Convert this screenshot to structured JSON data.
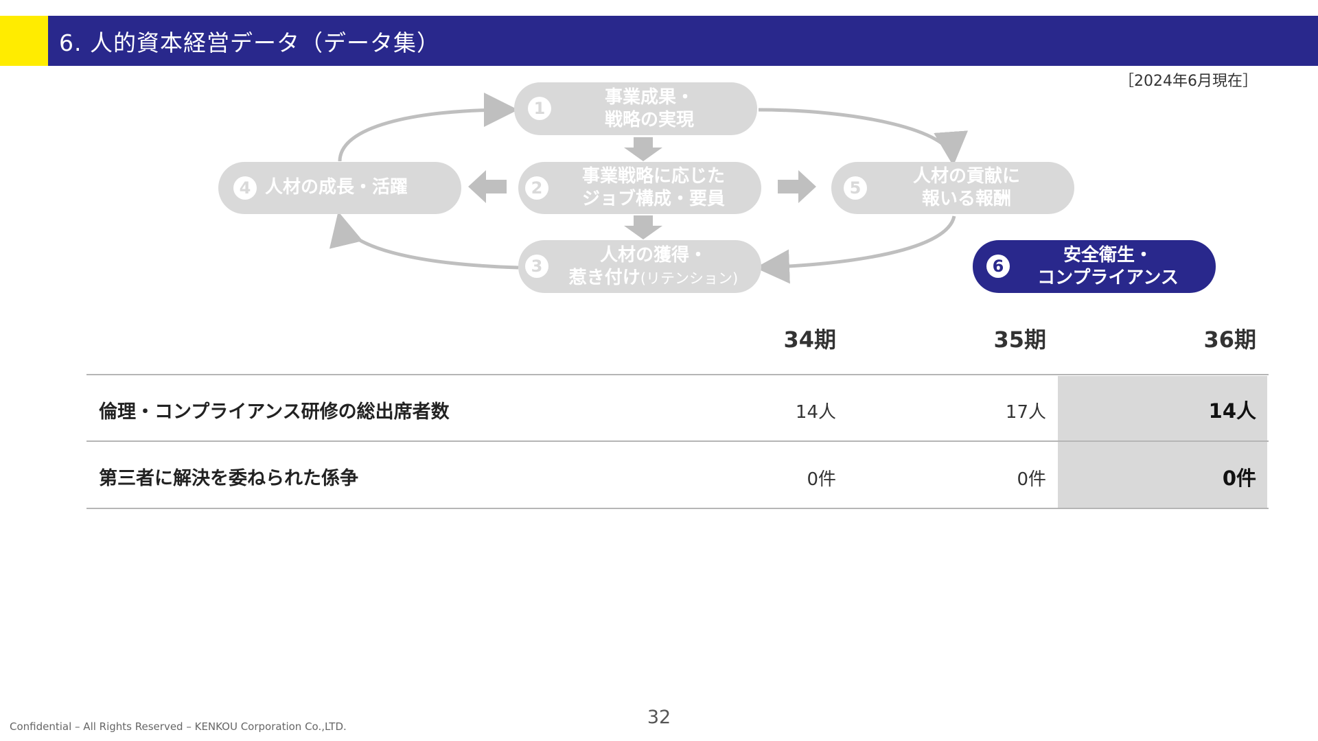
{
  "header": {
    "title": "6. 人的資本経営データ（データ集）",
    "date_label": "［2024年6月現在］"
  },
  "diagram": {
    "nodes": [
      {
        "number": "1",
        "line1": "事業成果・",
        "line2": "戦略の実現"
      },
      {
        "number": "2",
        "line1": "事業戦略に応じた",
        "line2": "ジョブ構成・要員"
      },
      {
        "number": "3",
        "line1": "人材の獲得・",
        "line2_main": "惹き付け",
        "line2_small": "(リテンション)"
      },
      {
        "number": "4",
        "line1": "人材の成長・活躍"
      },
      {
        "number": "5",
        "line1": "人材の貢献に",
        "line2": "報いる報酬"
      },
      {
        "number": "6",
        "line1": "安全衛生・",
        "line2": "コンプライアンス"
      }
    ],
    "active_node": "6"
  },
  "table": {
    "columns": [
      "34期",
      "35期",
      "36期"
    ],
    "rows": [
      {
        "label": "倫理・コンプライアンス研修の総出席者数",
        "values": [
          "14人",
          "17人",
          "14人"
        ]
      },
      {
        "label": "第三者に解決を委ねられた係争",
        "values": [
          "0件",
          "0件",
          "0件"
        ]
      }
    ]
  },
  "footer": {
    "page_number": "32",
    "confidential": "Confidential – All Rights Reserved – KENKOU Corporation Co.,LTD."
  }
}
